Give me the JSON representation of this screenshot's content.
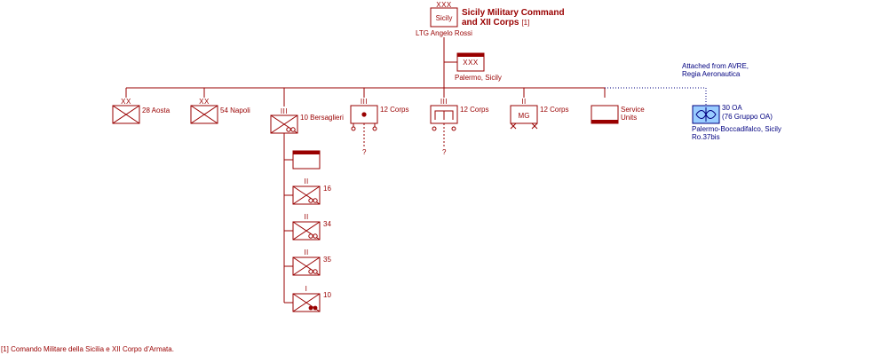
{
  "hq": {
    "box_label": "Sicily",
    "echelon": "XXX",
    "title_line1": "Sicily Military Command",
    "title_line2": "and XII Corps",
    "ref": "[1]",
    "commander": "LTG  Angelo Rossi"
  },
  "corps_hq": {
    "echelon": "XXX",
    "location": "Palermo, Sicily"
  },
  "attached_note": {
    "line1": "Attached from AVRE,",
    "line2": "Regia Aeronautica"
  },
  "units": [
    {
      "echelon": "XX",
      "label_line1": "28 Aosta",
      "label_line2": ""
    },
    {
      "echelon": "XX",
      "label_line1": "54 Napoli",
      "label_line2": ""
    },
    {
      "echelon": "III",
      "label_line1": "10 Bersaglieri",
      "label_line2": ""
    },
    {
      "echelon": "III",
      "label_line1": "12 Corps",
      "label_line2": "",
      "sub": "?"
    },
    {
      "echelon": "III",
      "label_line1": "12 Corps",
      "label_line2": "",
      "sub": "?"
    },
    {
      "echelon": "II",
      "label_line1": "12 Corps",
      "label_line2": "",
      "box_text": "MG"
    },
    {
      "echelon": "",
      "label_line1": "Service",
      "label_line2": "Units"
    }
  ],
  "air_unit": {
    "label_line1": "30 OA",
    "label_line2": "(76 Gruppo OA)",
    "location_line1": "Palermo-Boccadifalco, Sicily",
    "location_line2": "Ro.37bis"
  },
  "bersaglieri_battalions": [
    {
      "echelon": "II",
      "label": "16"
    },
    {
      "echelon": "II",
      "label": "34"
    },
    {
      "echelon": "II",
      "label": "35"
    },
    {
      "echelon": "I",
      "label": "10"
    }
  ],
  "footnote": "[1] Comando Militare della Sicilia e XII Corpo d'Armata.",
  "colors": {
    "line": "#990000",
    "air_fill": "#99ccff",
    "air_text": "#000080"
  }
}
